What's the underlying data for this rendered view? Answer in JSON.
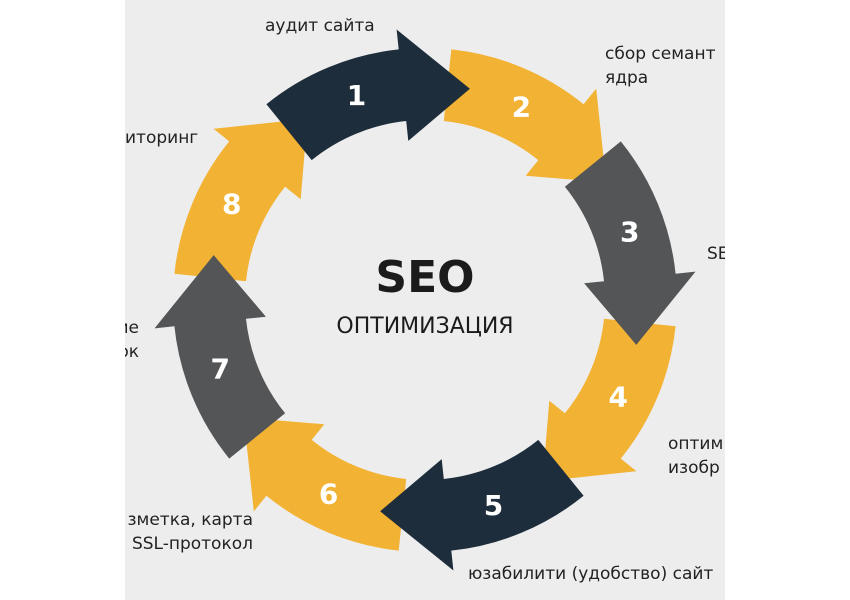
{
  "center": {
    "title": "SEO",
    "subtitle": "ОПТИМИЗАЦИЯ"
  },
  "colors": {
    "navy": "#1e2d3b",
    "yellow": "#f2b233",
    "gray": "#535557",
    "background": "#ededed"
  },
  "steps": [
    {
      "number": "1",
      "color": "navy",
      "lines": [
        "аудит сайта"
      ]
    },
    {
      "number": "2",
      "color": "yellow",
      "lines": [
        "сбор семант",
        "ядра"
      ]
    },
    {
      "number": "3",
      "color": "gray",
      "lines": [
        "SE"
      ]
    },
    {
      "number": "4",
      "color": "yellow",
      "lines": [
        "оптим",
        "изобр"
      ]
    },
    {
      "number": "5",
      "color": "navy",
      "lines": [
        "юзабилити (удобство) сайт"
      ]
    },
    {
      "number": "6",
      "color": "yellow",
      "lines": [
        "зметка, карта",
        "SSL-протокол"
      ]
    },
    {
      "number": "7",
      "color": "gray",
      "lines": [
        "ие",
        "ок"
      ]
    },
    {
      "number": "8",
      "color": "yellow",
      "lines": [
        "иторинг"
      ]
    }
  ]
}
